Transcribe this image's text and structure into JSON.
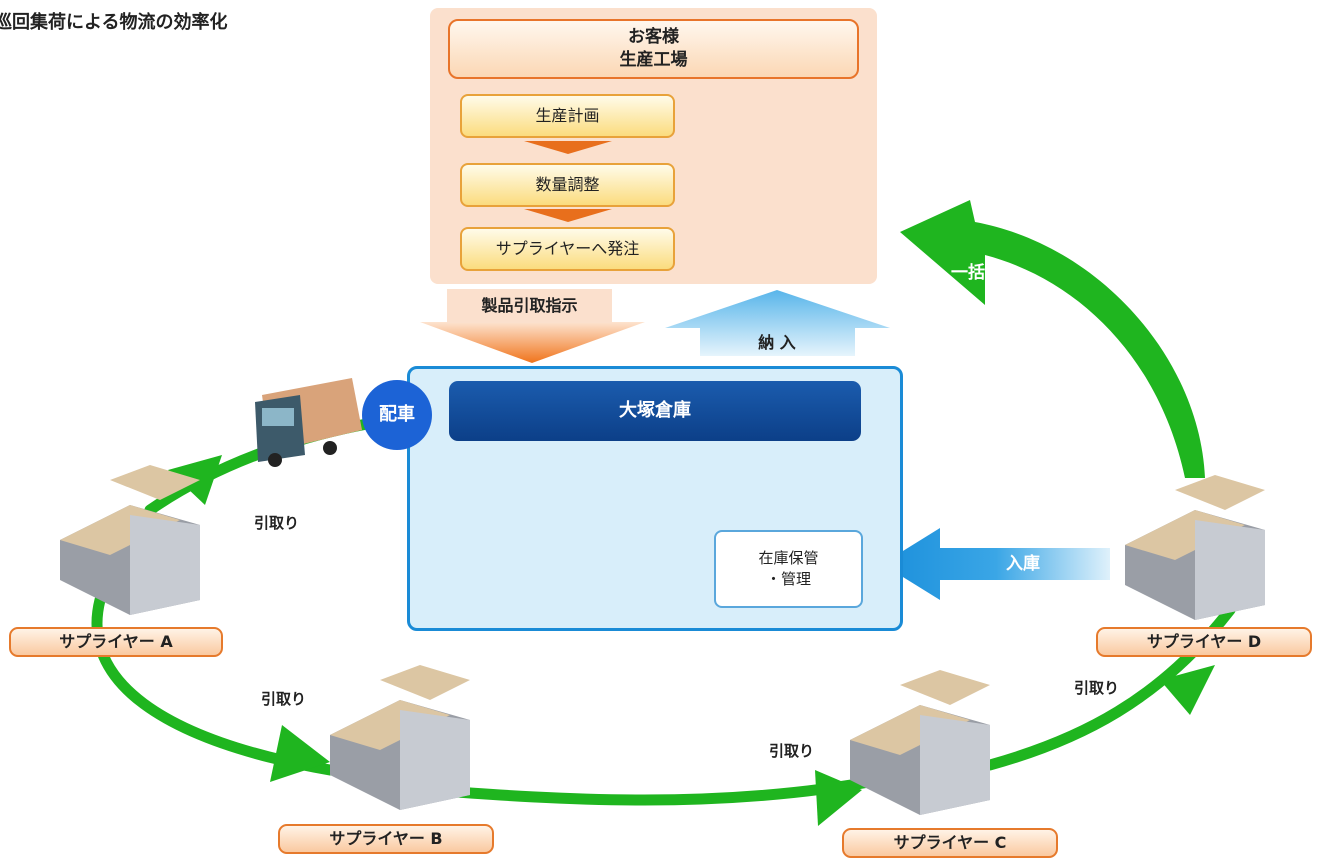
{
  "title": "巡回集荷による物流の効率化",
  "customer": {
    "title_line1": "お客様",
    "title_line2": "生産工場",
    "steps": [
      "生産計画",
      "数量調整",
      "サプライヤーへ発注"
    ]
  },
  "pick_instruction": "製品引取指示",
  "delivery": "納 入",
  "warehouse": {
    "title": "大塚倉庫",
    "storage_line1": "在庫保管",
    "storage_line2": "・管理"
  },
  "dispatch": "配車",
  "inbound": "入庫",
  "bulk_delivery": "一括納入",
  "pick_label": "引取り",
  "suppliers": {
    "a": "サプライヤー A",
    "b": "サプライヤー B",
    "c": "サプライヤー C",
    "d": "サプライヤー D"
  },
  "colors": {
    "green": "#1fb51f",
    "orange": "#e86f1c",
    "blue": "#1c63d6",
    "navy": "#0c3f88"
  }
}
